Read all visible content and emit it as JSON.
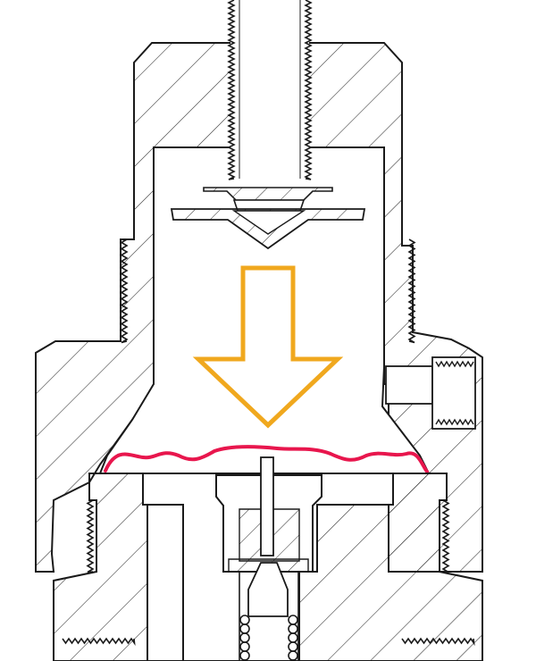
{
  "diagram": {
    "kind": "regulator-cross-section",
    "colors": {
      "background": "#ffffff",
      "outline": "#1a1a1a",
      "hatch": "#2a2a2a",
      "arrow": "#f0a81e",
      "diaphragm": "#e8164d"
    },
    "parts": [
      "bonnet",
      "adjusting-stem",
      "spring-button",
      "upper-chamber",
      "flow-arrow",
      "diaphragm",
      "body",
      "poppet",
      "poppet-spring",
      "side-port"
    ],
    "arrow_direction": "down"
  }
}
